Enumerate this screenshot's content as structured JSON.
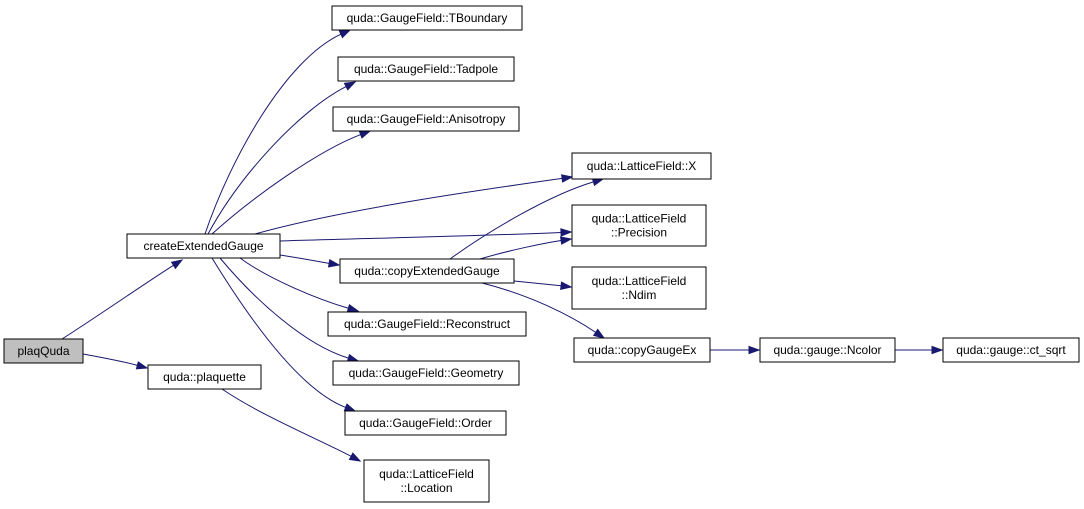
{
  "nodes": [
    {
      "id": "plaqQuda",
      "lines": [
        "plaqQuda"
      ],
      "root": true
    },
    {
      "id": "createExtendedGauge",
      "lines": [
        "createExtendedGauge"
      ]
    },
    {
      "id": "plaquette",
      "lines": [
        "quda::plaquette"
      ]
    },
    {
      "id": "TBoundary",
      "lines": [
        "quda::GaugeField::TBoundary"
      ]
    },
    {
      "id": "Tadpole",
      "lines": [
        "quda::GaugeField::Tadpole"
      ]
    },
    {
      "id": "Anisotropy",
      "lines": [
        "quda::GaugeField::Anisotropy"
      ]
    },
    {
      "id": "copyExtendedGauge",
      "lines": [
        "quda::copyExtendedGauge"
      ]
    },
    {
      "id": "Reconstruct",
      "lines": [
        "quda::GaugeField::Reconstruct"
      ]
    },
    {
      "id": "Geometry",
      "lines": [
        "quda::GaugeField::Geometry"
      ]
    },
    {
      "id": "Order",
      "lines": [
        "quda::GaugeField::Order"
      ]
    },
    {
      "id": "Location",
      "lines": [
        "quda::LatticeField",
        "::Location"
      ]
    },
    {
      "id": "X",
      "lines": [
        "quda::LatticeField::X"
      ]
    },
    {
      "id": "Precision",
      "lines": [
        "quda::LatticeField",
        "::Precision"
      ]
    },
    {
      "id": "Ndim",
      "lines": [
        "quda::LatticeField",
        "::Ndim"
      ]
    },
    {
      "id": "copyGaugeEx",
      "lines": [
        "quda::copyGaugeEx"
      ]
    },
    {
      "id": "Ncolor",
      "lines": [
        "quda::gauge::Ncolor"
      ]
    },
    {
      "id": "ct_sqrt",
      "lines": [
        "quda::gauge::ct_sqrt"
      ]
    }
  ],
  "edges": [
    {
      "from": "plaqQuda",
      "to": "createExtendedGauge"
    },
    {
      "from": "plaqQuda",
      "to": "plaquette"
    },
    {
      "from": "createExtendedGauge",
      "to": "TBoundary"
    },
    {
      "from": "createExtendedGauge",
      "to": "Tadpole"
    },
    {
      "from": "createExtendedGauge",
      "to": "Anisotropy"
    },
    {
      "from": "createExtendedGauge",
      "to": "X"
    },
    {
      "from": "createExtendedGauge",
      "to": "Precision"
    },
    {
      "from": "createExtendedGauge",
      "to": "copyExtendedGauge"
    },
    {
      "from": "createExtendedGauge",
      "to": "Reconstruct"
    },
    {
      "from": "createExtendedGauge",
      "to": "Geometry"
    },
    {
      "from": "createExtendedGauge",
      "to": "Order"
    },
    {
      "from": "copyExtendedGauge",
      "to": "X"
    },
    {
      "from": "copyExtendedGauge",
      "to": "Precision"
    },
    {
      "from": "copyExtendedGauge",
      "to": "Ndim"
    },
    {
      "from": "copyExtendedGauge",
      "to": "copyGaugeEx"
    },
    {
      "from": "copyGaugeEx",
      "to": "Ncolor"
    },
    {
      "from": "Ncolor",
      "to": "ct_sqrt"
    },
    {
      "from": "plaquette",
      "to": "Location"
    }
  ]
}
